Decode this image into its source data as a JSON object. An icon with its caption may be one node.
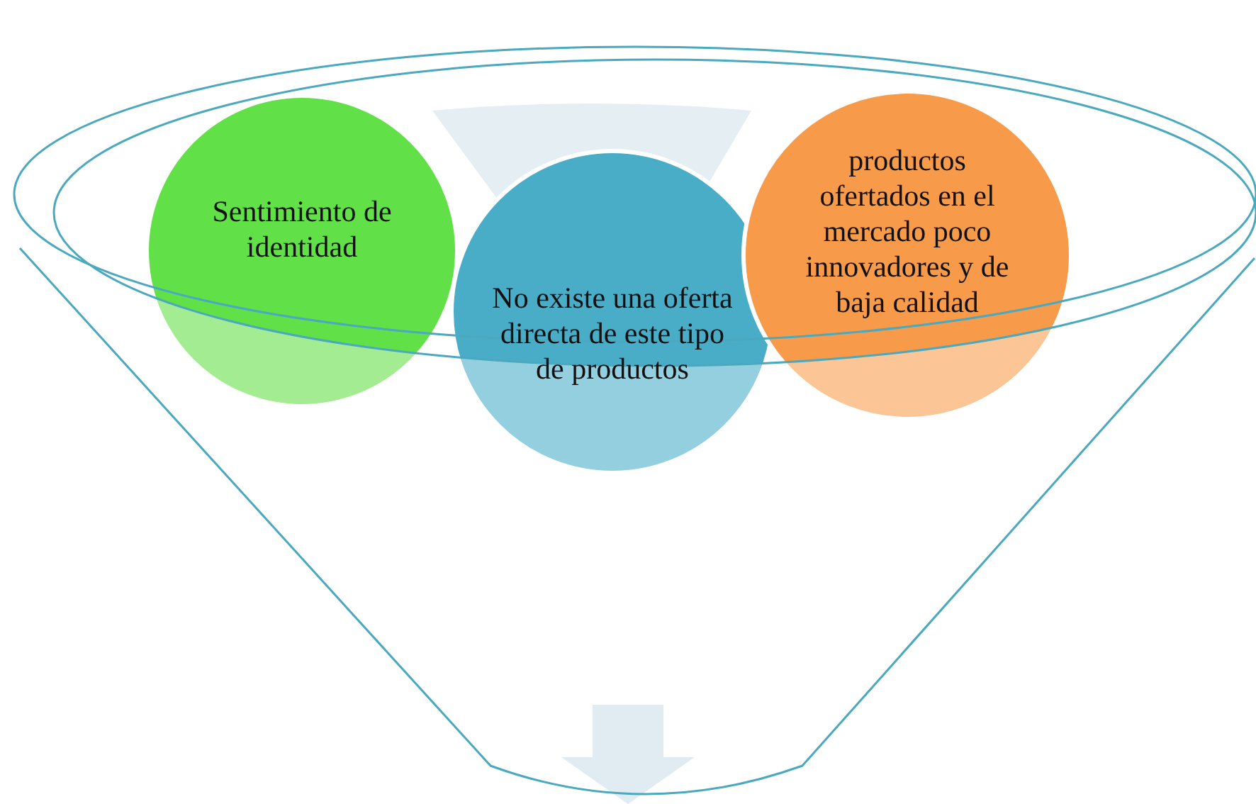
{
  "diagram": {
    "nodes": [
      {
        "text": [
          "Sentimiento de identidad"
        ]
      },
      {
        "text": [
          "No existe una oferta  directa de este tipo de productos"
        ]
      },
      {
        "text": [
          "productos ofertados en el mercado poco innovadores y de baja calidad"
        ]
      }
    ]
  }
}
